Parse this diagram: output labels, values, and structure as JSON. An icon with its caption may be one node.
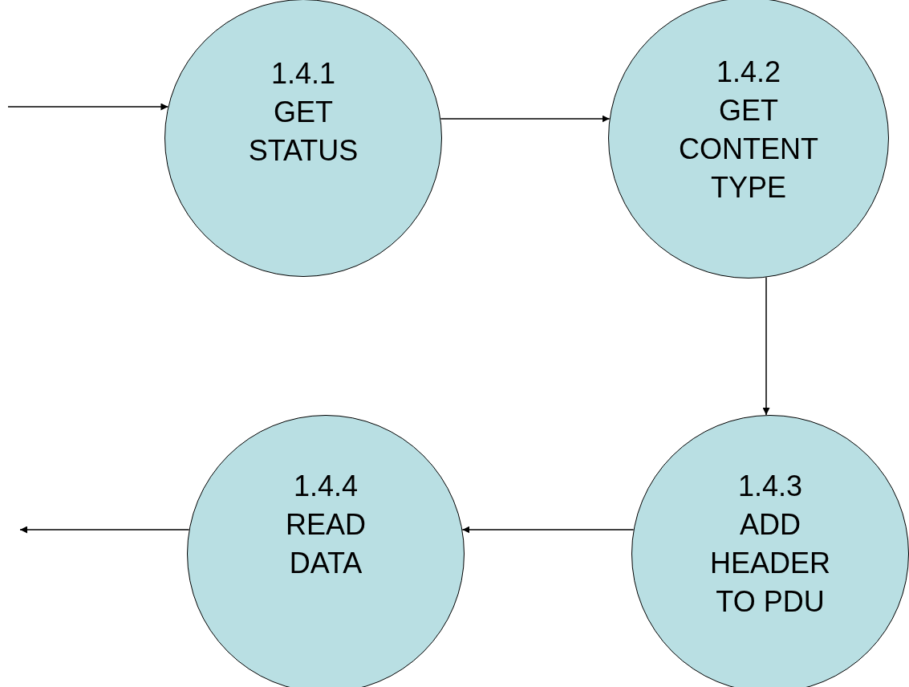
{
  "diagram": {
    "nodes": [
      {
        "text": [
          "1.4.1",
          "GET STATUS"
        ]
      },
      {
        "text": [
          "1.4.2",
          "GET CONTENT TYPE"
        ]
      },
      {
        "text": [
          "1.4.3",
          "ADD HEADER TO PDU"
        ]
      },
      {
        "text": [
          "1.4.4",
          "READ DATA"
        ]
      }
    ],
    "edges": [
      {
        "from": null,
        "to": 0,
        "arrow": "to"
      },
      {
        "from": 0,
        "to": 1,
        "arrow": "to"
      },
      {
        "from": 1,
        "to": 2,
        "arrow": "to"
      },
      {
        "from": 2,
        "to": 3,
        "arrow": "to"
      },
      {
        "from": 3,
        "to": null,
        "arrow": "to"
      }
    ]
  }
}
